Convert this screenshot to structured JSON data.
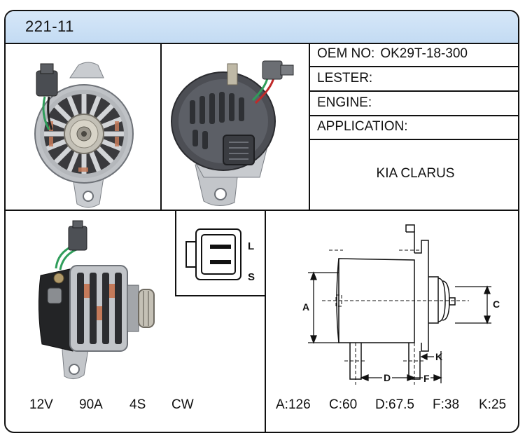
{
  "header": {
    "title": "221-11"
  },
  "info": {
    "oem_label": "OEM NO:",
    "oem_value": "OK29T-18-300",
    "lester_label": "LESTER:",
    "engine_label": "ENGINE:",
    "application_label": "APPLICATION:",
    "application_value": "KIA CLARUS"
  },
  "connector": {
    "pin_top": "L",
    "pin_bottom": "S"
  },
  "specs": {
    "voltage": "12V",
    "amperage": "90A",
    "groove": "4S",
    "rotation": "CW"
  },
  "dimensions": {
    "letters": {
      "a": "A",
      "c": "C",
      "d": "D",
      "f": "F",
      "k": "K"
    },
    "values": {
      "a": "A:126",
      "c": "C:60",
      "d": "D:67.5",
      "f": "F:38",
      "k": "K:25"
    }
  },
  "colors": {
    "header_bg": "#cfe2f6",
    "border": "#111111",
    "housing": "#b9bcc0",
    "dark": "#2b2b2e",
    "wire_green": "#2f9d5a"
  }
}
